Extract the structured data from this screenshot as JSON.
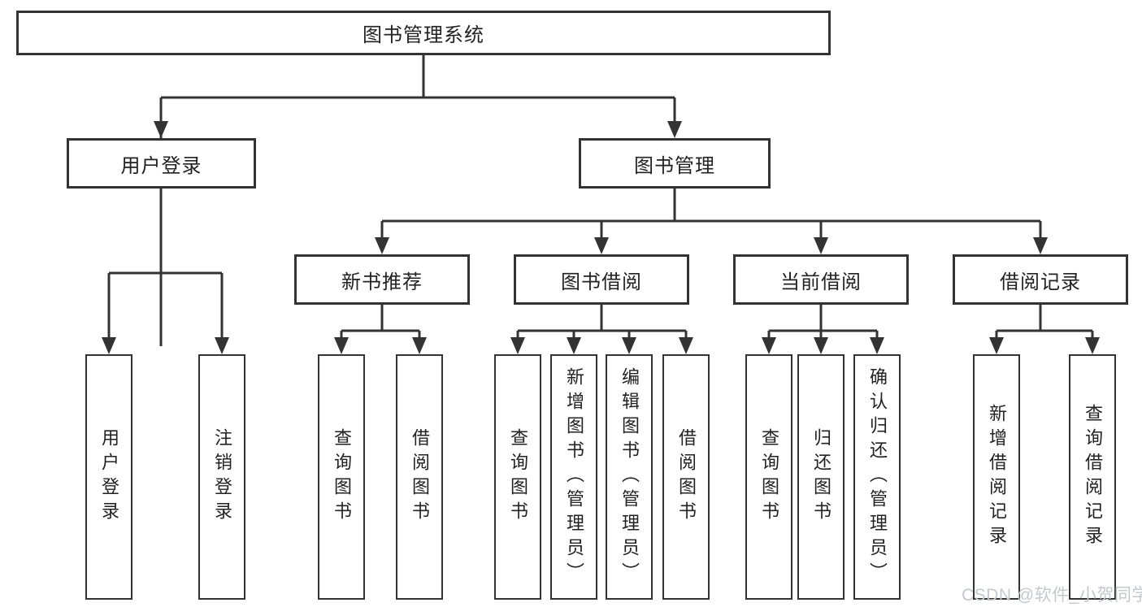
{
  "diagram": {
    "title": "图书管理系统",
    "level2": [
      {
        "label": "用户登录"
      },
      {
        "label": "图书管理"
      }
    ],
    "level3": [
      {
        "label": "新书推荐"
      },
      {
        "label": "图书借阅"
      },
      {
        "label": "当前借阅"
      },
      {
        "label": "借阅记录"
      }
    ],
    "leaves": {
      "login": [
        "用户登录",
        "注销登录"
      ],
      "recommend": [
        "查询图书",
        "借阅图书"
      ],
      "borrow": [
        "查询图书",
        "新增图书（管理员）",
        "编辑图书（管理员）",
        "借阅图书"
      ],
      "current": [
        "查询图书",
        "归还图书",
        "确认归还（管理员）"
      ],
      "records": [
        "新增借阅记录",
        "查询借阅记录"
      ]
    },
    "watermark": "CSDN @软件_小贺同学",
    "colors": {
      "line": "#333333",
      "box_border": "#333333",
      "text": "#222222",
      "watermark": "#c5c8cf",
      "background": "#ffffff"
    }
  }
}
